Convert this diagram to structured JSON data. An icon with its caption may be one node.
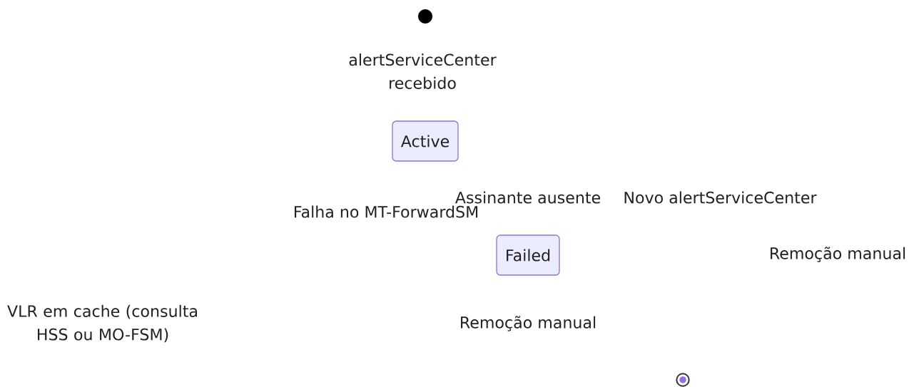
{
  "diagram": {
    "nodes": [
      {
        "text": [],
        "shape": "circle"
      },
      {
        "text": [
          "Active"
        ]
      },
      {
        "text": [
          "Failed"
        ]
      },
      {
        "text": [],
        "shape": "bullseye"
      }
    ],
    "labels": [
      "alertServiceCenter recebido",
      "Assinante ausente",
      "Novo alertServiceCenter",
      "Falha no MT-ForwardSM",
      "Remoção manual",
      "VLR em cache (consulta HSS ou MO-FSM)",
      "Remoção manual"
    ]
  }
}
